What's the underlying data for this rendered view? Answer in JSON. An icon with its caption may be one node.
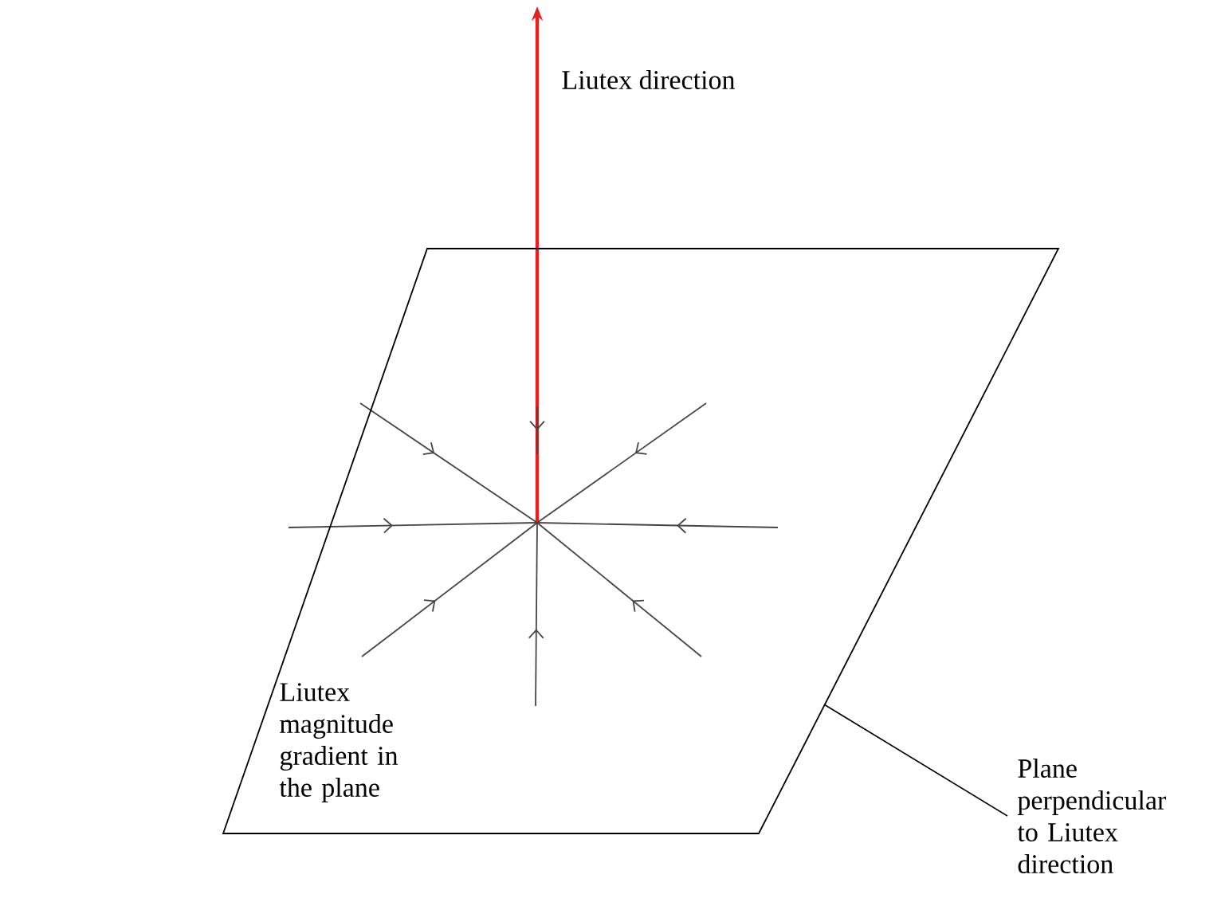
{
  "diagram": {
    "nodes": [
      {
        "text": [],
        "shape": "parallelogram"
      },
      {
        "text": [
          "Plane perpendicular to Liutex direction"
        ]
      }
    ],
    "edges": [
      {
        "from": 1,
        "to": 0,
        "arrow": "none"
      }
    ],
    "labels": [
      "Liutex direction",
      "Liutex magnitude gradient in the plane"
    ]
  }
}
